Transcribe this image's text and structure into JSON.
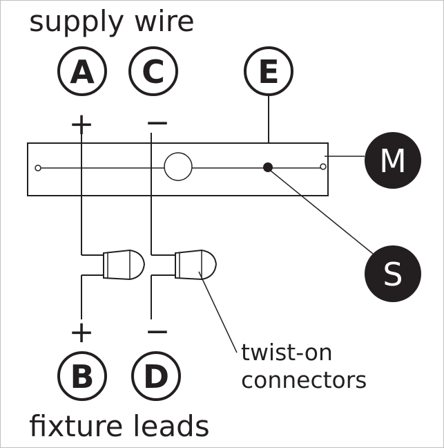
{
  "labels": {
    "supply_wire": "supply wire",
    "fixture_leads": "fixture leads",
    "twist_on_line1": "twist-on",
    "twist_on_line2": "connectors"
  },
  "terminals": {
    "A": "A",
    "C": "C",
    "E": "E",
    "B": "B",
    "D": "D",
    "M": "M",
    "S": "S"
  },
  "polarity": {
    "top_plus": "+",
    "top_minus": "−",
    "bottom_plus": "+",
    "bottom_minus": "−"
  },
  "colors": {
    "ink": "#231f20",
    "badge_fill": "#231f20",
    "badge_text": "#ffffff",
    "border": "#bfbfbf"
  }
}
